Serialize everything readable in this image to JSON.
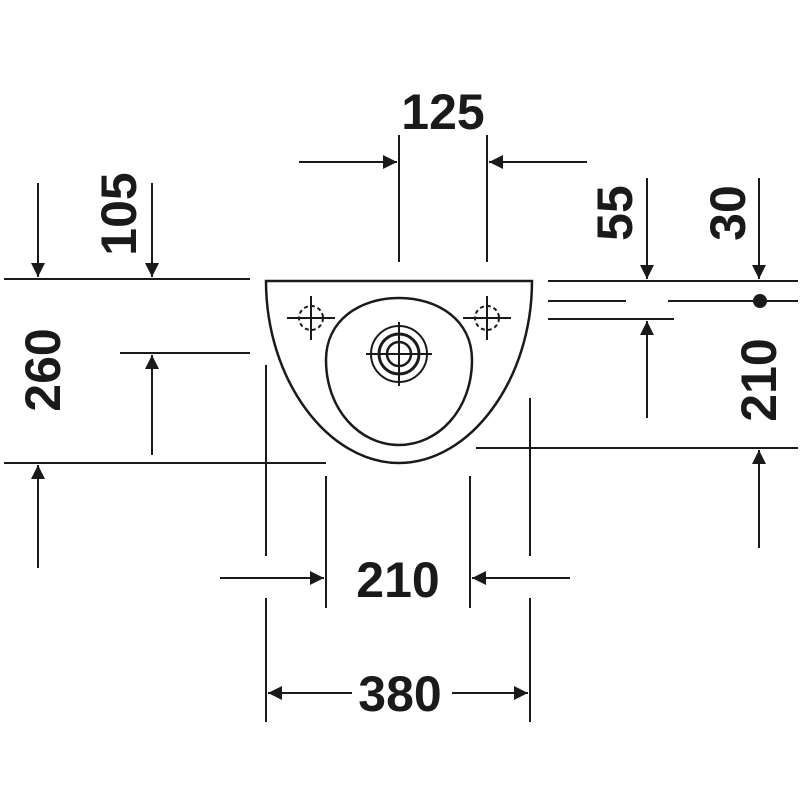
{
  "drawing": {
    "dimensions": {
      "top_spacing": "125",
      "left_top_offset": "105",
      "right_top_offset_a": "55",
      "right_top_offset_b": "30",
      "left_height": "260",
      "right_height": "210",
      "bottom_inner_width": "210",
      "bottom_total_width": "380"
    },
    "icons": {
      "left_tap_hole": "crosshair-dashed-circle",
      "right_tap_hole": "crosshair-dashed-circle",
      "drain": "crosshair-double-circle",
      "wall_fixing_point": "filled-dot"
    },
    "colors": {
      "line": "#1a1a1a",
      "background": "#ffffff"
    }
  }
}
